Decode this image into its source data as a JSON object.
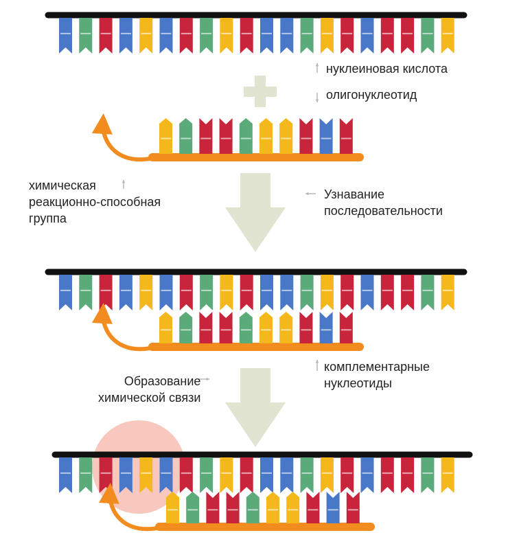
{
  "labels": {
    "nucleic_acid": "нуклеиновая кислота",
    "oligonucleotide": "олигонуклеотид",
    "reactive_group": "химическая\nреакционно-способная\nгруппа",
    "sequence_recognition": "Узнавание\nпоследовательности",
    "complementary": "комплементарные\nнуклеотиды",
    "bond_formation": "Образование\nхимической связи"
  },
  "colors": {
    "background": "#ffffff",
    "strand": "#111111",
    "oligo": "#f28c1e",
    "blue": "#4a78c8",
    "green": "#5aaa7a",
    "red": "#c8243c",
    "yellow": "#f4b81c",
    "arrow_fill": "#e0e4d0",
    "pointer": "#b8b8b8",
    "highlight": "#f5b6a8"
  },
  "sequences": {
    "nucleic_acid_strand": [
      "blue",
      "green",
      "red",
      "blue",
      "yellow",
      "blue",
      "red",
      "green",
      "yellow",
      "red",
      "blue",
      "blue",
      "green",
      "yellow",
      "red",
      "blue",
      "red",
      "red",
      "green",
      "yellow"
    ],
    "oligonucleotide": [
      "yellow",
      "green",
      "red",
      "red",
      "green",
      "yellow",
      "yellow",
      "red",
      "blue",
      "red"
    ]
  },
  "icons": [
    "plus-icon",
    "down-arrow-icon",
    "curved-arrow-icon",
    "small-arrow-icon"
  ]
}
